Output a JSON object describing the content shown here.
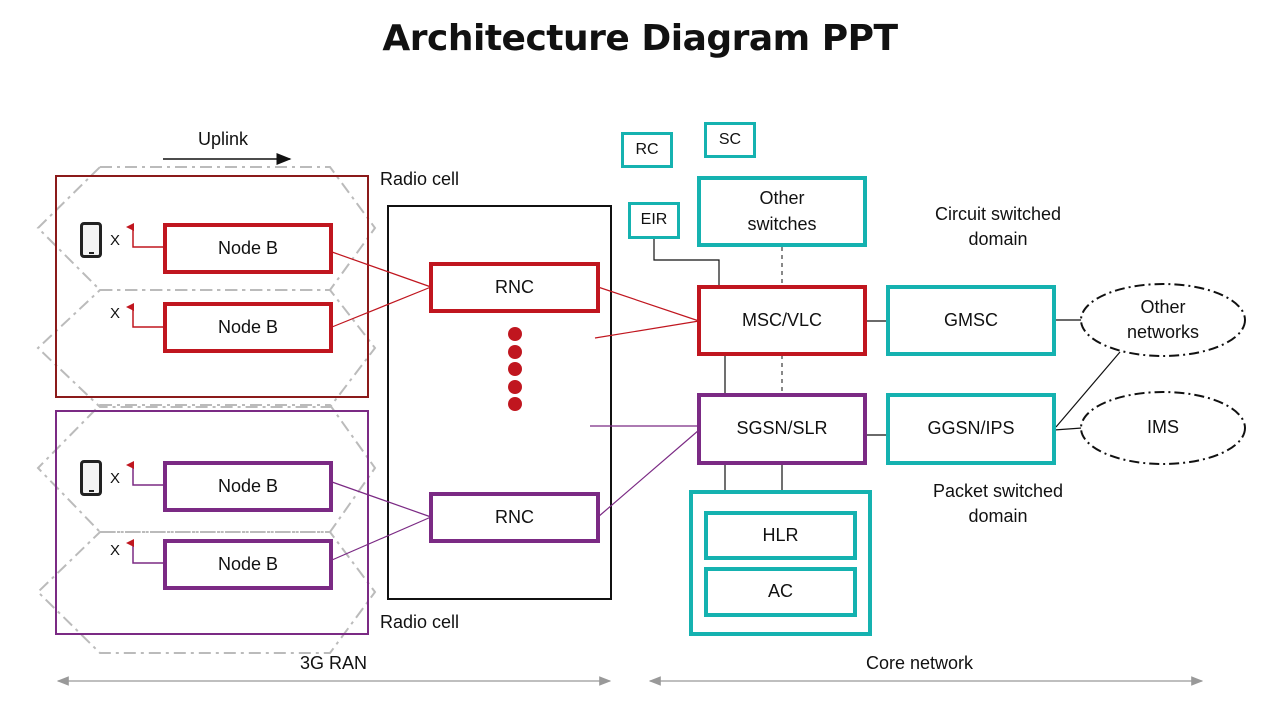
{
  "title": "Architecture Diagram PPT",
  "labels": {
    "uplink": "Uplink",
    "radio_cell_top": "Radio cell",
    "radio_cell_bottom": "Radio cell",
    "circuit_line1": "Circuit switched",
    "circuit_line2": "domain",
    "packet_line1": "Packet switched",
    "packet_line2": "domain",
    "ran": "3G RAN",
    "core": "Core network"
  },
  "ran": {
    "node_b": [
      "Node B",
      "Node B",
      "Node B",
      "Node B"
    ],
    "x_marks": [
      "X",
      "X",
      "X",
      "X"
    ],
    "rnc": [
      "RNC",
      "RNC"
    ]
  },
  "core": {
    "rc": "RC",
    "sc": "SC",
    "eir": "EIR",
    "other_switches_line1": "Other",
    "other_switches_line2": "switches",
    "msc_vlc": "MSC/VLC",
    "gmsc": "GMSC",
    "sgsn_slr": "SGSN/SLR",
    "ggsn_ips": "GGSN/IPS",
    "hlr": "HLR",
    "ac": "AC"
  },
  "external": {
    "other_networks_line1": "Other",
    "other_networks_line2": "networks",
    "ims": "IMS"
  },
  "colors": {
    "red": "#c0161f",
    "purple": "#7b2a84",
    "teal": "#15b2b0",
    "dark_red_frame": "#8b1a1a"
  }
}
